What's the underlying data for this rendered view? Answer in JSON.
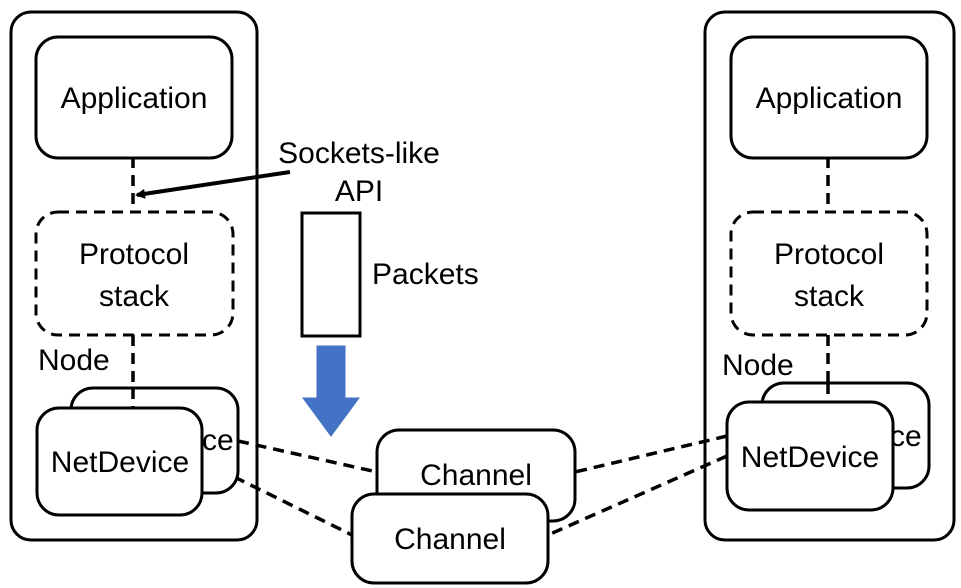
{
  "nodes": [
    {
      "application_label": "Application",
      "protocol_stack_label_line1": "Protocol",
      "protocol_stack_label_line2": "stack",
      "node_label": "Node",
      "netdevice_label": "NetDevice",
      "netdevice_back_partial_label": "ce"
    },
    {
      "application_label": "Application",
      "protocol_stack_label_line1": "Protocol",
      "protocol_stack_label_line2": "stack",
      "node_label": "Node",
      "netdevice_label": "NetDevice",
      "netdevice_back_partial_label": "ce"
    }
  ],
  "api": {
    "label_line1": "Sockets-like",
    "label_line2": "API"
  },
  "packets": {
    "label": "Packets"
  },
  "channels": [
    {
      "label": "Channel"
    },
    {
      "label": "Channel"
    }
  ],
  "colors": {
    "arrow_fill": "#4472C4",
    "stroke": "#000000"
  }
}
